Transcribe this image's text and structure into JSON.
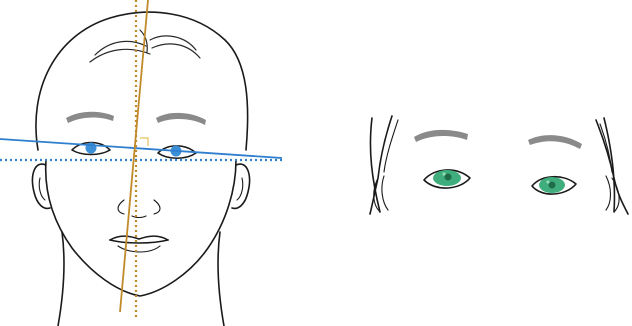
{
  "colors": {
    "line_ink": "#1a1a1a",
    "brow_gray": "#8a8a8a",
    "iris_blue": "#3b8fd6",
    "iris_green": "#3fae7c",
    "iris_green_light": "#8fd9b5",
    "ref_line_blue": "#2f7fcf",
    "ref_line_gold": "#c08a2a",
    "right_angle_marker": "#e2c25a"
  },
  "panels": {
    "left": {
      "content": "front-face-with-reference-axes"
    },
    "right": {
      "content": "eyes-and-brows-detail-green-iris"
    }
  },
  "icons": [
    "face-outline",
    "reference-line-solid",
    "reference-line-dotted",
    "right-angle-marker"
  ]
}
